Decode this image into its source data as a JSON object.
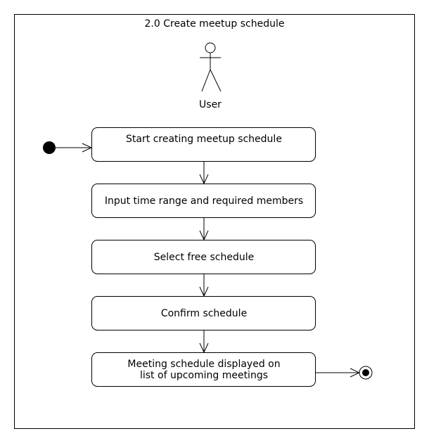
{
  "diagram": {
    "title": "2.0 Create meetup schedule",
    "actor": {
      "label": "User"
    },
    "activities": [
      {
        "lines": [
          "Start creating meetup schedule"
        ]
      },
      {
        "lines": [
          "Input time range and required members"
        ]
      },
      {
        "lines": [
          "Select free schedule"
        ]
      },
      {
        "lines": [
          "Confirm schedule"
        ]
      },
      {
        "lines": [
          "Meeting schedule displayed on",
          "list of upcoming meetings"
        ]
      }
    ]
  }
}
